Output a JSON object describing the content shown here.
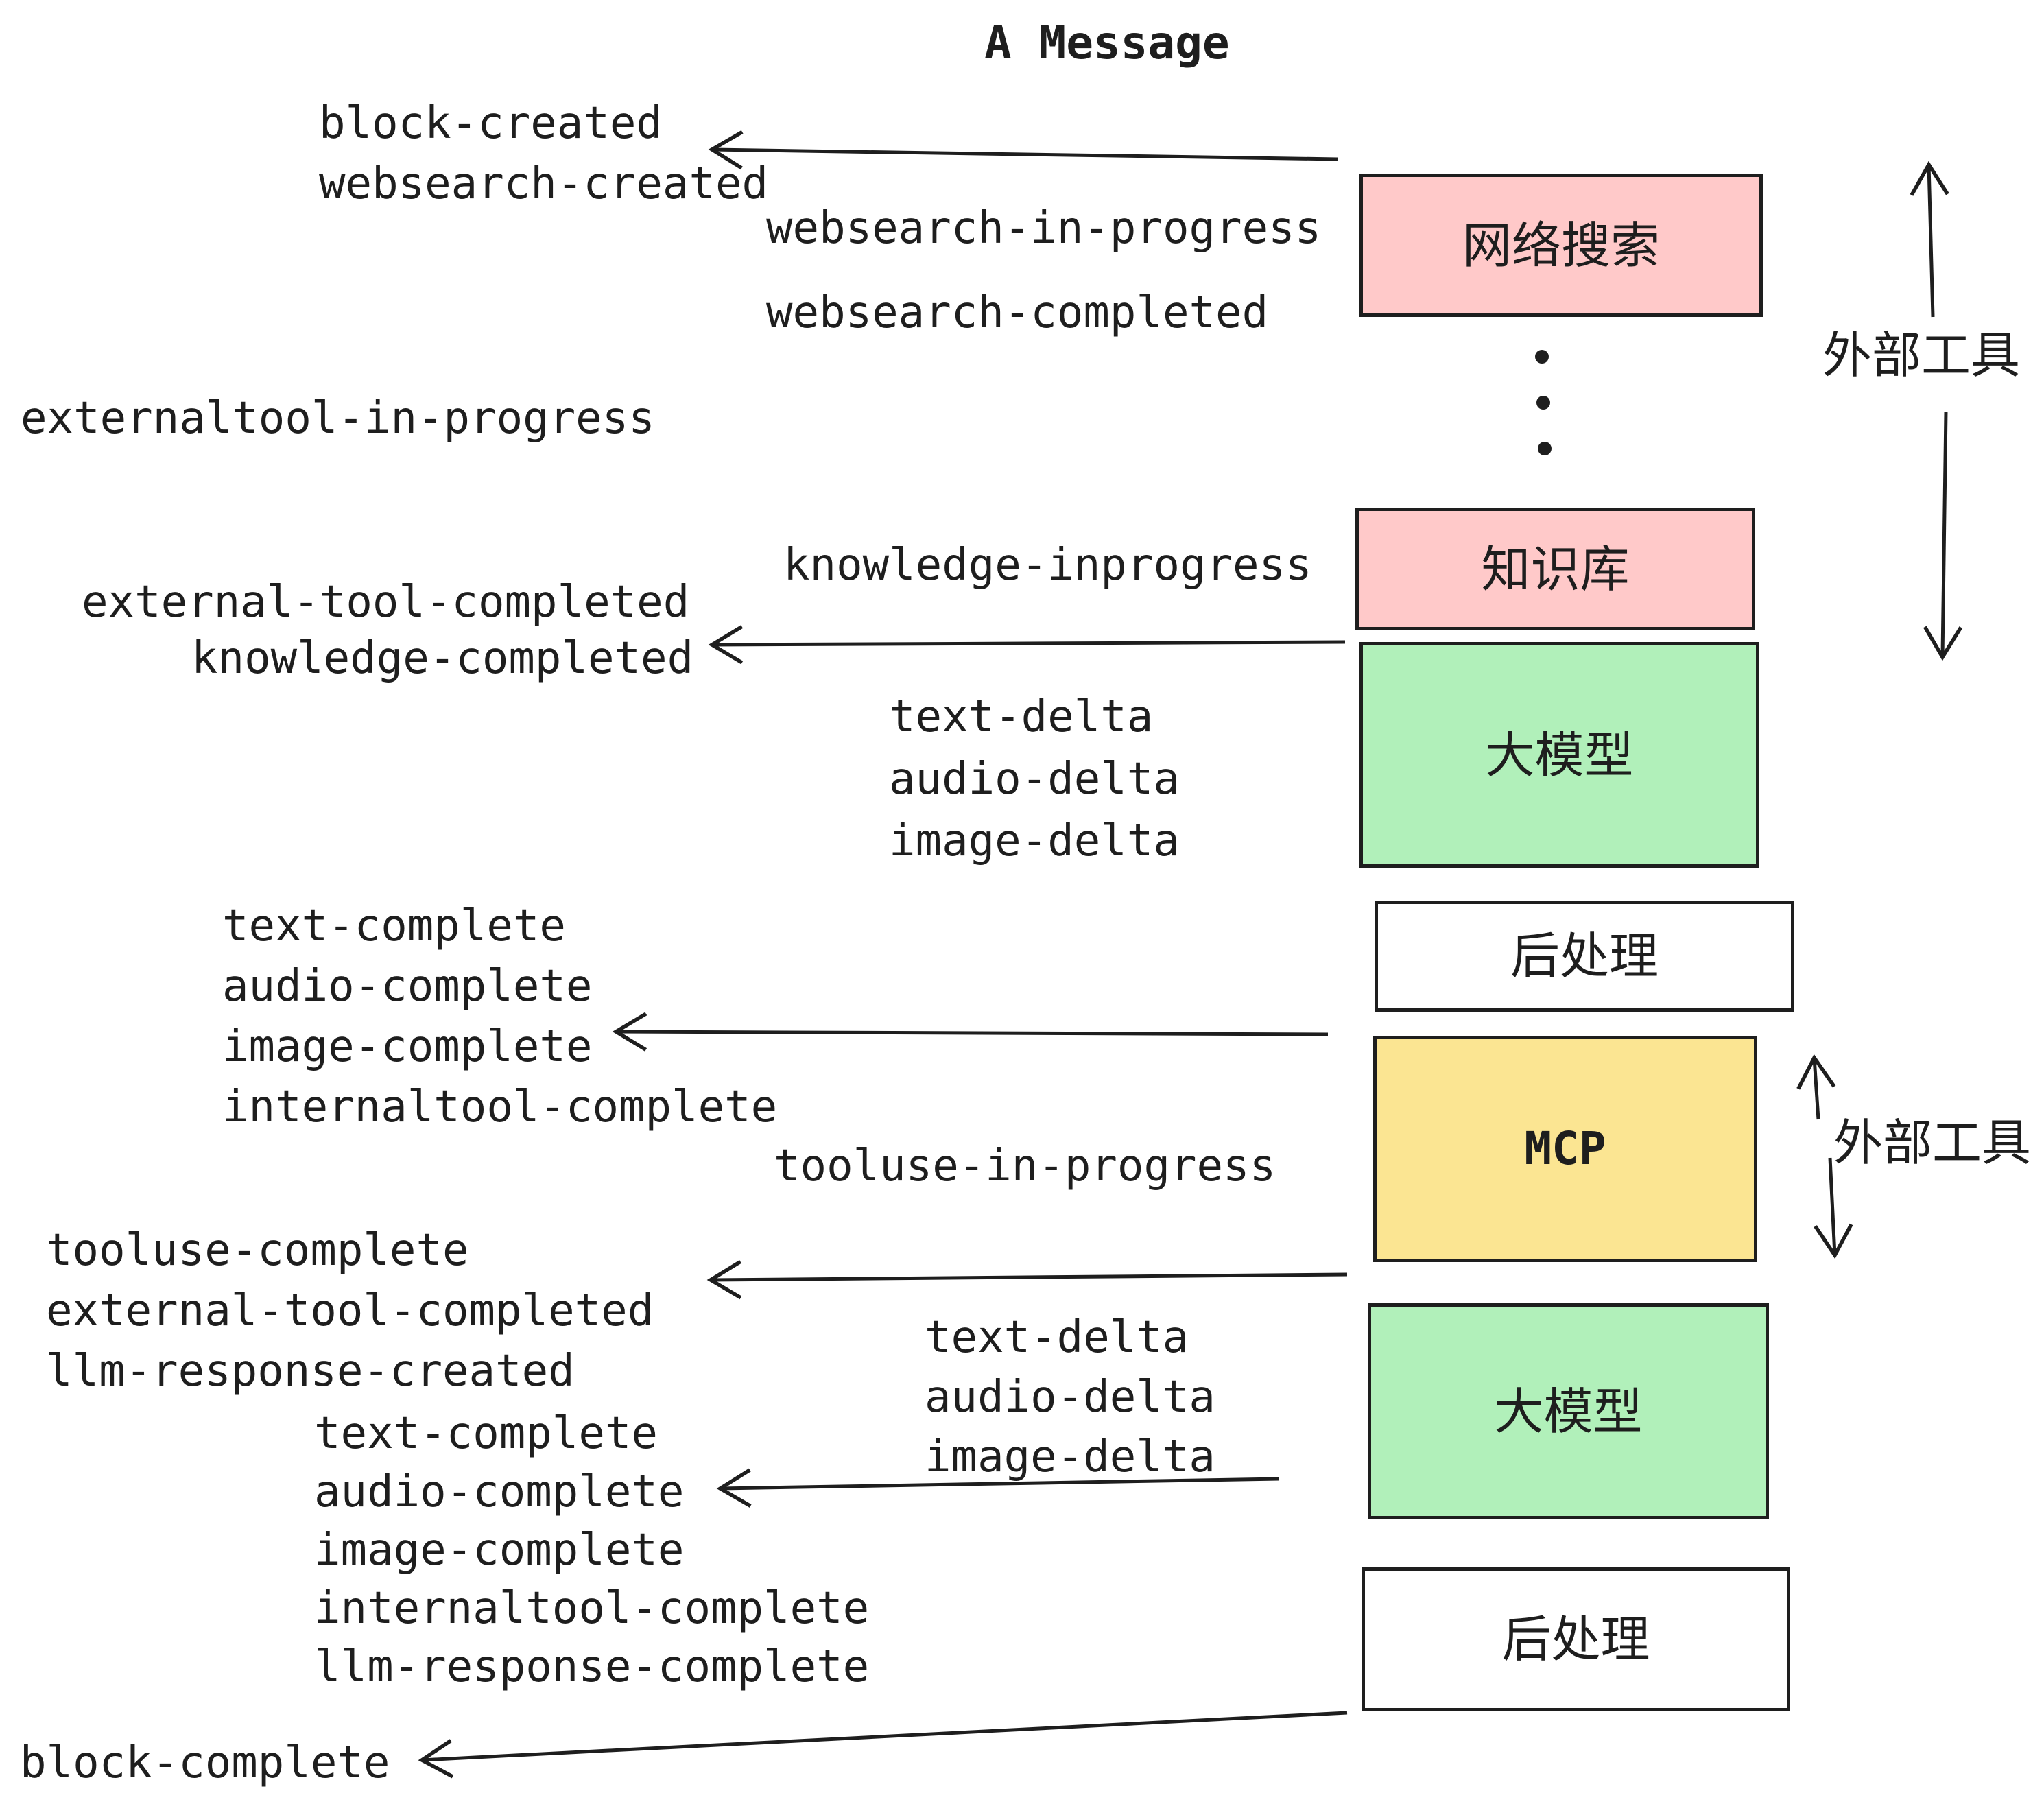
{
  "title": "A Message",
  "events": {
    "block_created": "block-created",
    "websearch_created": "websearch-created",
    "websearch_in_progress": "websearch-in-progress",
    "websearch_completed": "websearch-completed",
    "externaltool_in_progress": "externaltool-in-progress",
    "knowledge_inprogress": "knowledge-inprogress",
    "external_tool_completed": "external-tool-completed",
    "knowledge_completed": "knowledge-completed",
    "text_delta": "text-delta",
    "audio_delta": "audio-delta",
    "image_delta": "image-delta",
    "text_complete": "text-complete",
    "audio_complete": "audio-complete",
    "image_complete": "image-complete",
    "internaltool_complete": "internaltool-complete",
    "tooluse_in_progress": "tooluse-in-progress",
    "tooluse_complete": "tooluse-complete",
    "llm_response_created": "llm-response-created",
    "llm_response_complete": "llm-response-complete",
    "block_complete": "block-complete"
  },
  "boxes": {
    "websearch": "网络搜索",
    "knowledge": "知识库",
    "llm": "大模型",
    "postprocess": "后处理",
    "mcp": "MCP"
  },
  "side_labels": {
    "external_tools": "外部工具"
  },
  "colors": {
    "stroke": "#1e1e1e",
    "pink": "#ffc9c9",
    "green": "#b1f0ba",
    "yellow": "#fbe592",
    "white": "#ffffff"
  }
}
